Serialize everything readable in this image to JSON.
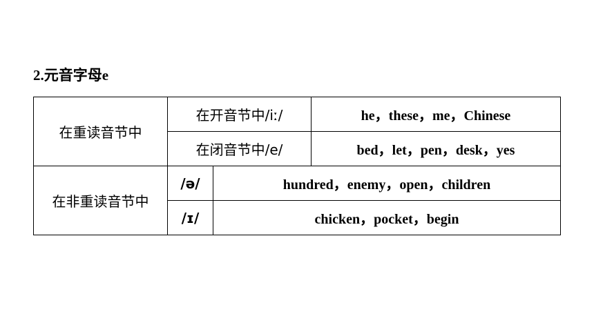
{
  "section": {
    "title": "2.元音字母e"
  },
  "table": {
    "stressed": {
      "label": "在重读音节中",
      "open": {
        "label": "在开音节中/iː/",
        "examples": "he，these，me，Chinese"
      },
      "closed": {
        "label": "在闭音节中/e/",
        "examples": "bed，let，pen，desk，yes"
      }
    },
    "unstressed": {
      "label": "在非重读音节中",
      "schwa": {
        "phoneme": "/ə/",
        "examples": "hundred，enemy，open，children"
      },
      "short_i": {
        "phoneme": "/ɪ/",
        "examples": "chicken，pocket，begin"
      }
    }
  }
}
